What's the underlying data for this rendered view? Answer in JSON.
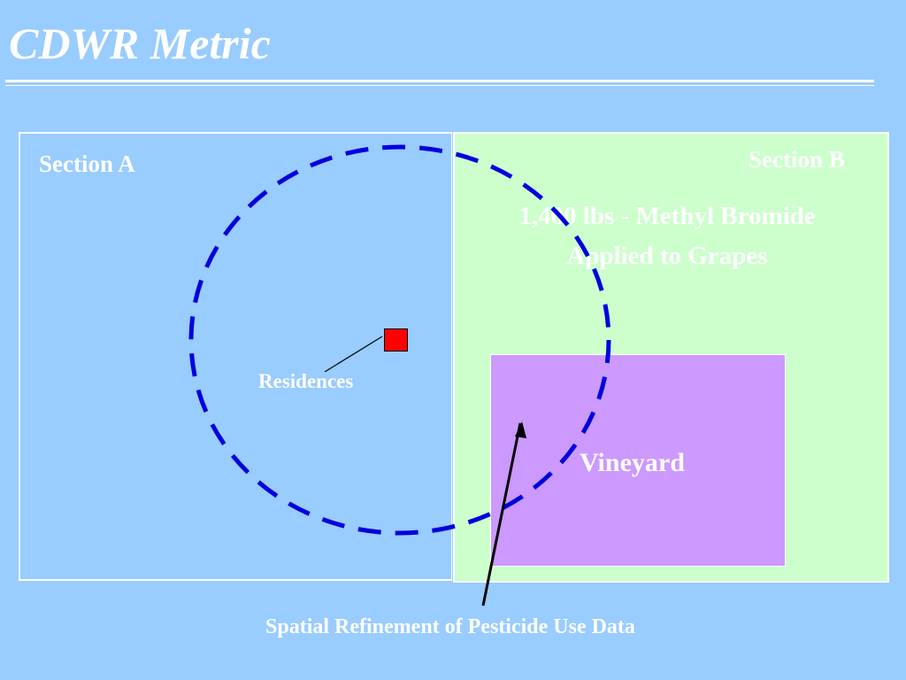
{
  "slide": {
    "title": "CDWR Metric",
    "caption": "Spatial Refinement of Pesticide Use Data"
  },
  "diagram": {
    "section_a": {
      "label": "Section A"
    },
    "section_b": {
      "label": "Section B",
      "line1": "1,400 lbs - Methyl Bromide",
      "line2": "Applied to Grapes"
    },
    "vineyard": {
      "label": "Vineyard"
    },
    "residences": {
      "label": "Residences"
    }
  },
  "colors": {
    "background": "#99ccff",
    "section_b_fill": "#ccffcc",
    "vineyard_fill": "#cc99ff",
    "residence_marker": "#ff0000",
    "buffer_circle": "#0000dd",
    "text": "#ffffff"
  }
}
